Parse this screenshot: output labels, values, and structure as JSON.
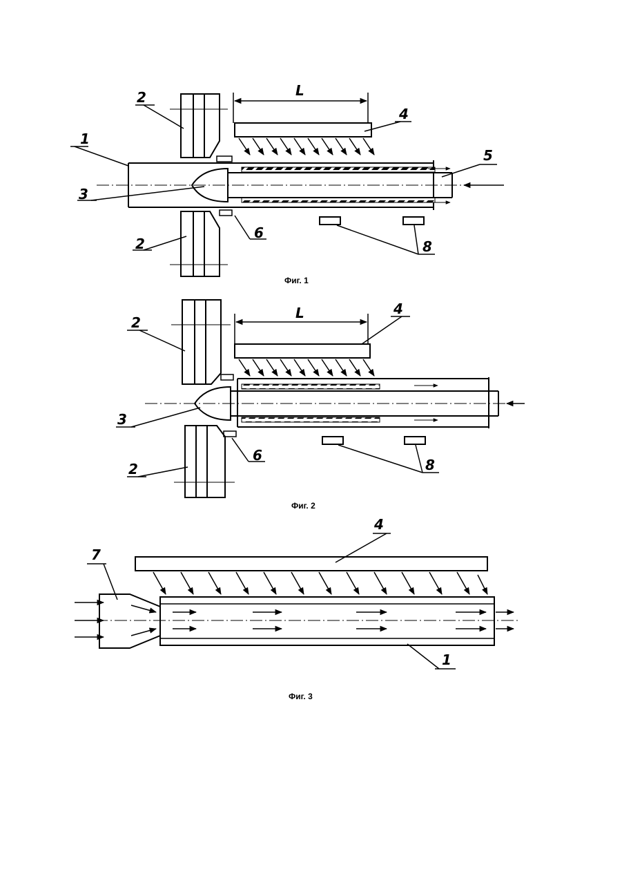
{
  "figures": [
    {
      "caption": "Фиг. 1",
      "labels": {
        "tube": "1",
        "roll_top": "2",
        "roll_bottom": "2",
        "mandrel": "3",
        "cooler": "4",
        "rod": "5",
        "guide": "6",
        "sensors": "8",
        "length": "L"
      }
    },
    {
      "caption": "Фиг. 2",
      "labels": {
        "roll_top": "2",
        "roll_bottom": "2",
        "mandrel": "3",
        "cooler": "4",
        "guide": "6",
        "sensors": "8",
        "length": "L"
      }
    },
    {
      "caption": "Фиг. 3",
      "labels": {
        "cooler": "4",
        "nozzle": "7",
        "tube": "1"
      }
    }
  ]
}
